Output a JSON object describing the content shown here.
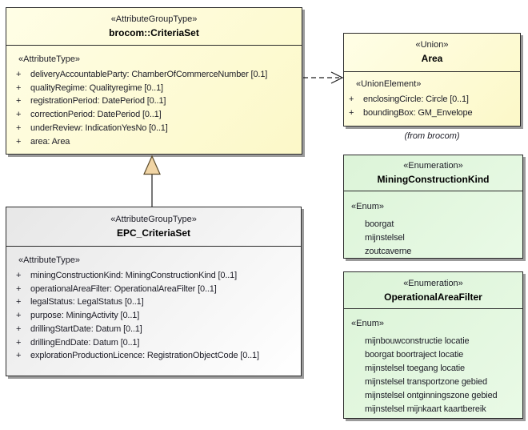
{
  "diagram": {
    "type": "uml-class-diagram",
    "colors": {
      "yellow_fill": "#FCF8C8",
      "green_fill": "#DCF4D8",
      "gray_fill": "#E7E7E7",
      "border": "#2A2A2A",
      "shadow": "#9B9B9B",
      "generalization_arrow_fill": "#F1D5A5"
    },
    "boxes": {
      "criteria_set": {
        "stereotype": "«AttributeGroupType»",
        "name": "brocom::CriteriaSet",
        "section": "«AttributeType»",
        "attributes": [
          {
            "vis": "+",
            "text": "deliveryAccountableParty: ChamberOfCommerceNumber [0.1]"
          },
          {
            "vis": "+",
            "text": "qualityRegime: Qualityregime [0..1]"
          },
          {
            "vis": "+",
            "text": "registrationPeriod: DatePeriod [0..1]"
          },
          {
            "vis": "+",
            "text": "correctionPeriod: DatePeriod [0..1]"
          },
          {
            "vis": "+",
            "text": "underReview: IndicationYesNo [0..1]"
          },
          {
            "vis": "+",
            "text": "area: Area"
          }
        ]
      },
      "area": {
        "stereotype": "«Union»",
        "name": "Area",
        "section": "«UnionElement»",
        "attributes": [
          {
            "vis": "+",
            "text": "enclosingCircle: Circle [0..1]"
          },
          {
            "vis": "+",
            "text": "boundingBox: GM_Envelope"
          }
        ],
        "caption": "(from brocom)"
      },
      "mining_construction_kind": {
        "stereotype": "«Enumeration»",
        "name": "MiningConstructionKind",
        "section": "«Enum»",
        "literals": [
          "boorgat",
          "mijnstelsel",
          "zoutcaverne"
        ]
      },
      "operational_area_filter": {
        "stereotype": "«Enumeration»",
        "name": "OperationalAreaFilter",
        "section": "«Enum»",
        "literals": [
          "mijnbouwconstructie locatie",
          "boorgat boortraject locatie",
          "mijnstelsel toegang locatie",
          "mijnstelsel transportzone gebied",
          "mijnstelsel ontginningszone gebied",
          "mijnstelsel mijnkaart kaartbereik"
        ]
      },
      "epc_criteria_set": {
        "stereotype": "«AttributeGroupType»",
        "name": "EPC_CriteriaSet",
        "section": "«AttributeType»",
        "attributes": [
          {
            "vis": "+",
            "text": "miningConstructionKind: MiningConstructionKind [0..1]"
          },
          {
            "vis": "+",
            "text": "operationalAreaFilter: OperationalAreaFilter [0..1]"
          },
          {
            "vis": "+",
            "text": "legalStatus: LegalStatus [0..1]"
          },
          {
            "vis": "+",
            "text": "purpose: MiningActivity [0..1]"
          },
          {
            "vis": "+",
            "text": "drillingStartDate: Datum [0..1]"
          },
          {
            "vis": "+",
            "text": "drillingEndDate: Datum [0..1]"
          },
          {
            "vis": "+",
            "text": "explorationProductionLicence: RegistrationObjectCode [0..1]"
          }
        ]
      }
    },
    "connectors": [
      {
        "kind": "generalization",
        "from": "epc_criteria_set",
        "to": "criteria_set"
      },
      {
        "kind": "dependency",
        "from": "criteria_set",
        "to": "area"
      }
    ]
  }
}
